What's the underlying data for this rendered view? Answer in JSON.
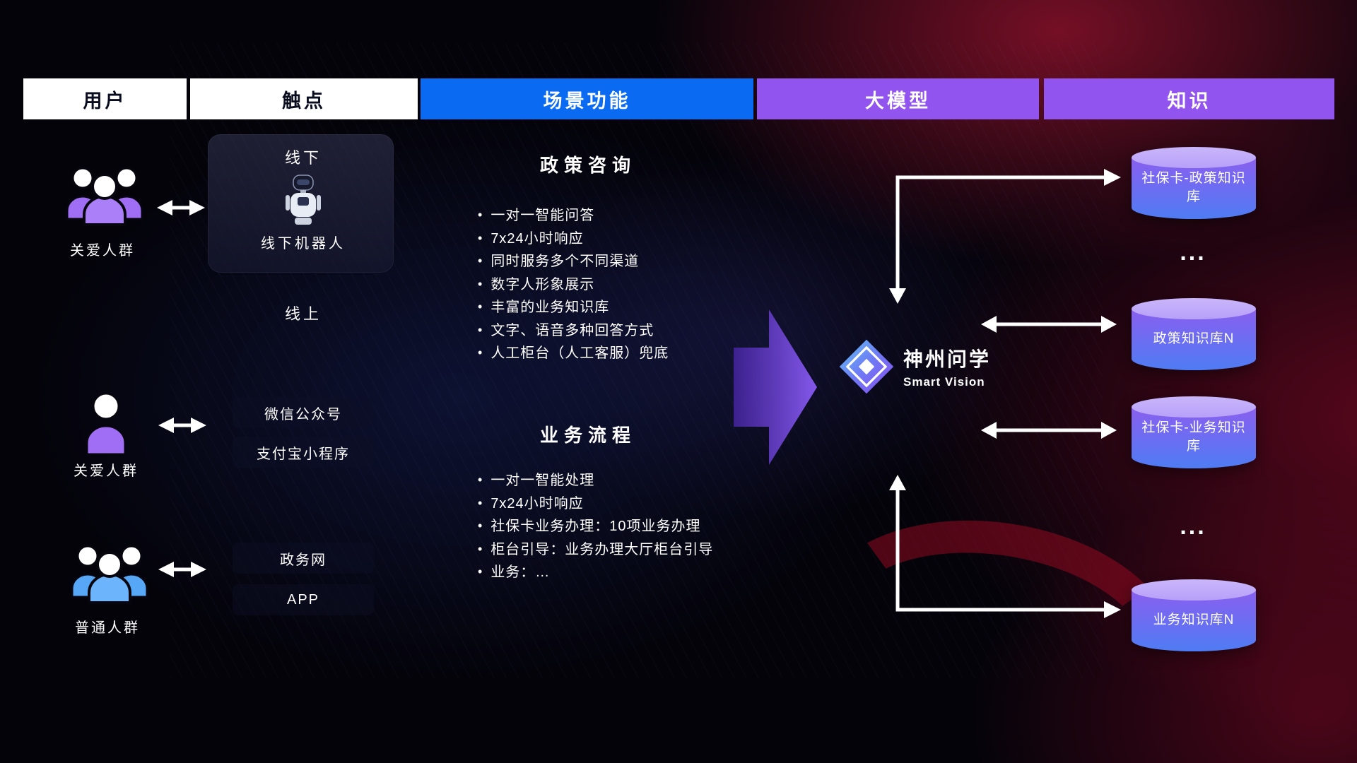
{
  "colors": {
    "header-blue": "#0a6bf2",
    "header-purple": "#9154ee",
    "person-purple": "#a06ef5",
    "person-purple-front": "#ab7ff8",
    "person-blue": "#57a7f7",
    "person-blue-front": "#6cb4fb",
    "cyl-top": "#b7a0f9",
    "cyl-mid": "#8a5ff0",
    "cyl-bottom": "#4f7cf3",
    "text-white": "#ffffff"
  },
  "headers": [
    {
      "label": "用户"
    },
    {
      "label": "触点"
    },
    {
      "label": "场景功能"
    },
    {
      "label": "大模型"
    },
    {
      "label": "知识"
    }
  ],
  "users": [
    {
      "label": "关爱人群"
    },
    {
      "label": "关爱人群"
    },
    {
      "label": "普通人群"
    }
  ],
  "touchpoints": {
    "offline_title": "线下",
    "offline_robot": "线下机器人",
    "online_title": "线上",
    "items": [
      "微信公众号",
      "支付宝小程序",
      "政务网",
      "APP"
    ]
  },
  "scenarios": {
    "policy": {
      "title": "政策咨询",
      "items": [
        "一对一智能问答",
        "7x24小时响应",
        "同时服务多个不同渠道",
        "数字人形象展示",
        "丰富的业务知识库",
        "文字、语音多种回答方式",
        "人工柜台（人工客服）兜底"
      ]
    },
    "business": {
      "title": "业务流程",
      "items": [
        "一对一智能处理",
        "7x24小时响应",
        "社保卡业务办理：10项业务办理",
        "柜台引导：业务办理大厅柜台引导",
        "业务：…"
      ]
    }
  },
  "model": {
    "name": "神州问学",
    "subtitle": "Smart Vision"
  },
  "knowledge": {
    "cylinders": [
      "社保卡-政策知识库",
      "政策知识库N",
      "社保卡-业务知识库",
      "业务知识库N"
    ],
    "ellipsis": "..."
  }
}
